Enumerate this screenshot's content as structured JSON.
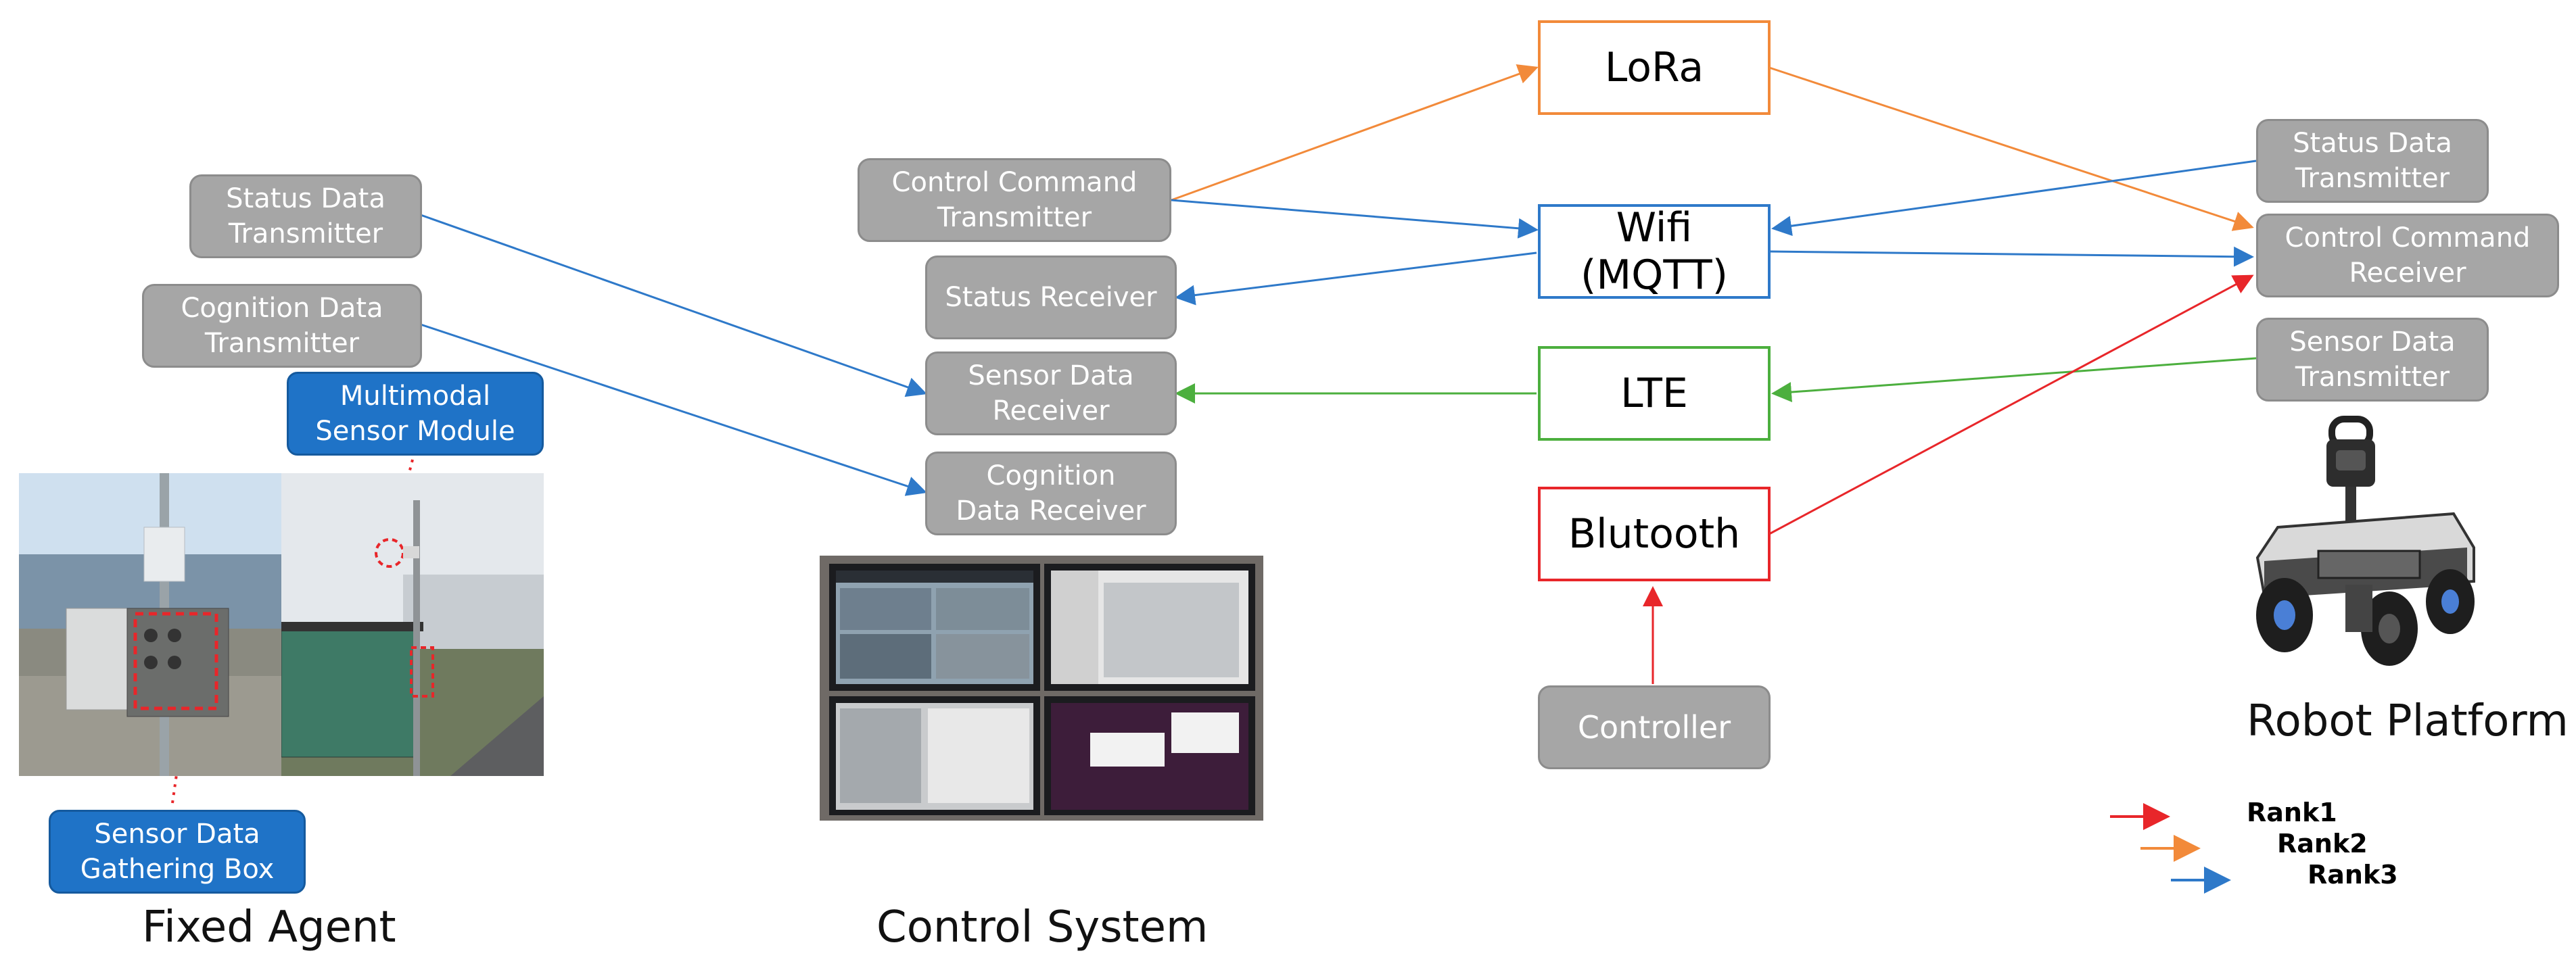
{
  "fixed_agent": {
    "caption": "Fixed Agent",
    "status_tx": "Status Data\nTransmitter",
    "cognition_tx": "Cognition Data\nTransmitter",
    "sensor_module": "Multimodal\nSensor Module",
    "gathering_box": "Sensor Data\nGathering Box"
  },
  "control_system": {
    "caption": "Control System",
    "cmd_tx": "Control Command\nTransmitter",
    "status_rx": "Status Receiver",
    "sensor_rx": "Sensor Data\nReceiver",
    "cognition_rx": "Cognition\nData Receiver"
  },
  "networks": {
    "lora": "LoRa",
    "wifi": "Wifi\n(MQTT)",
    "lte": "LTE",
    "bluetooth": "Blutooth",
    "controller": "Controller"
  },
  "robot_platform": {
    "caption": "Robot Platform",
    "status_tx": "Status Data\nTransmitter",
    "cmd_rx": "Control Command\nReceiver",
    "sensor_tx": "Sensor Data\nTransmitter"
  },
  "legend": {
    "rank1": "Rank1",
    "rank2": "Rank2",
    "rank3": "Rank3"
  },
  "colors": {
    "rank1": "#e8262a",
    "rank2": "#f28a3a",
    "rank3": "#2e79c9",
    "lte": "#4caf3e",
    "gray_box": "#a6a6a6",
    "blue_box": "#1f73c7"
  }
}
